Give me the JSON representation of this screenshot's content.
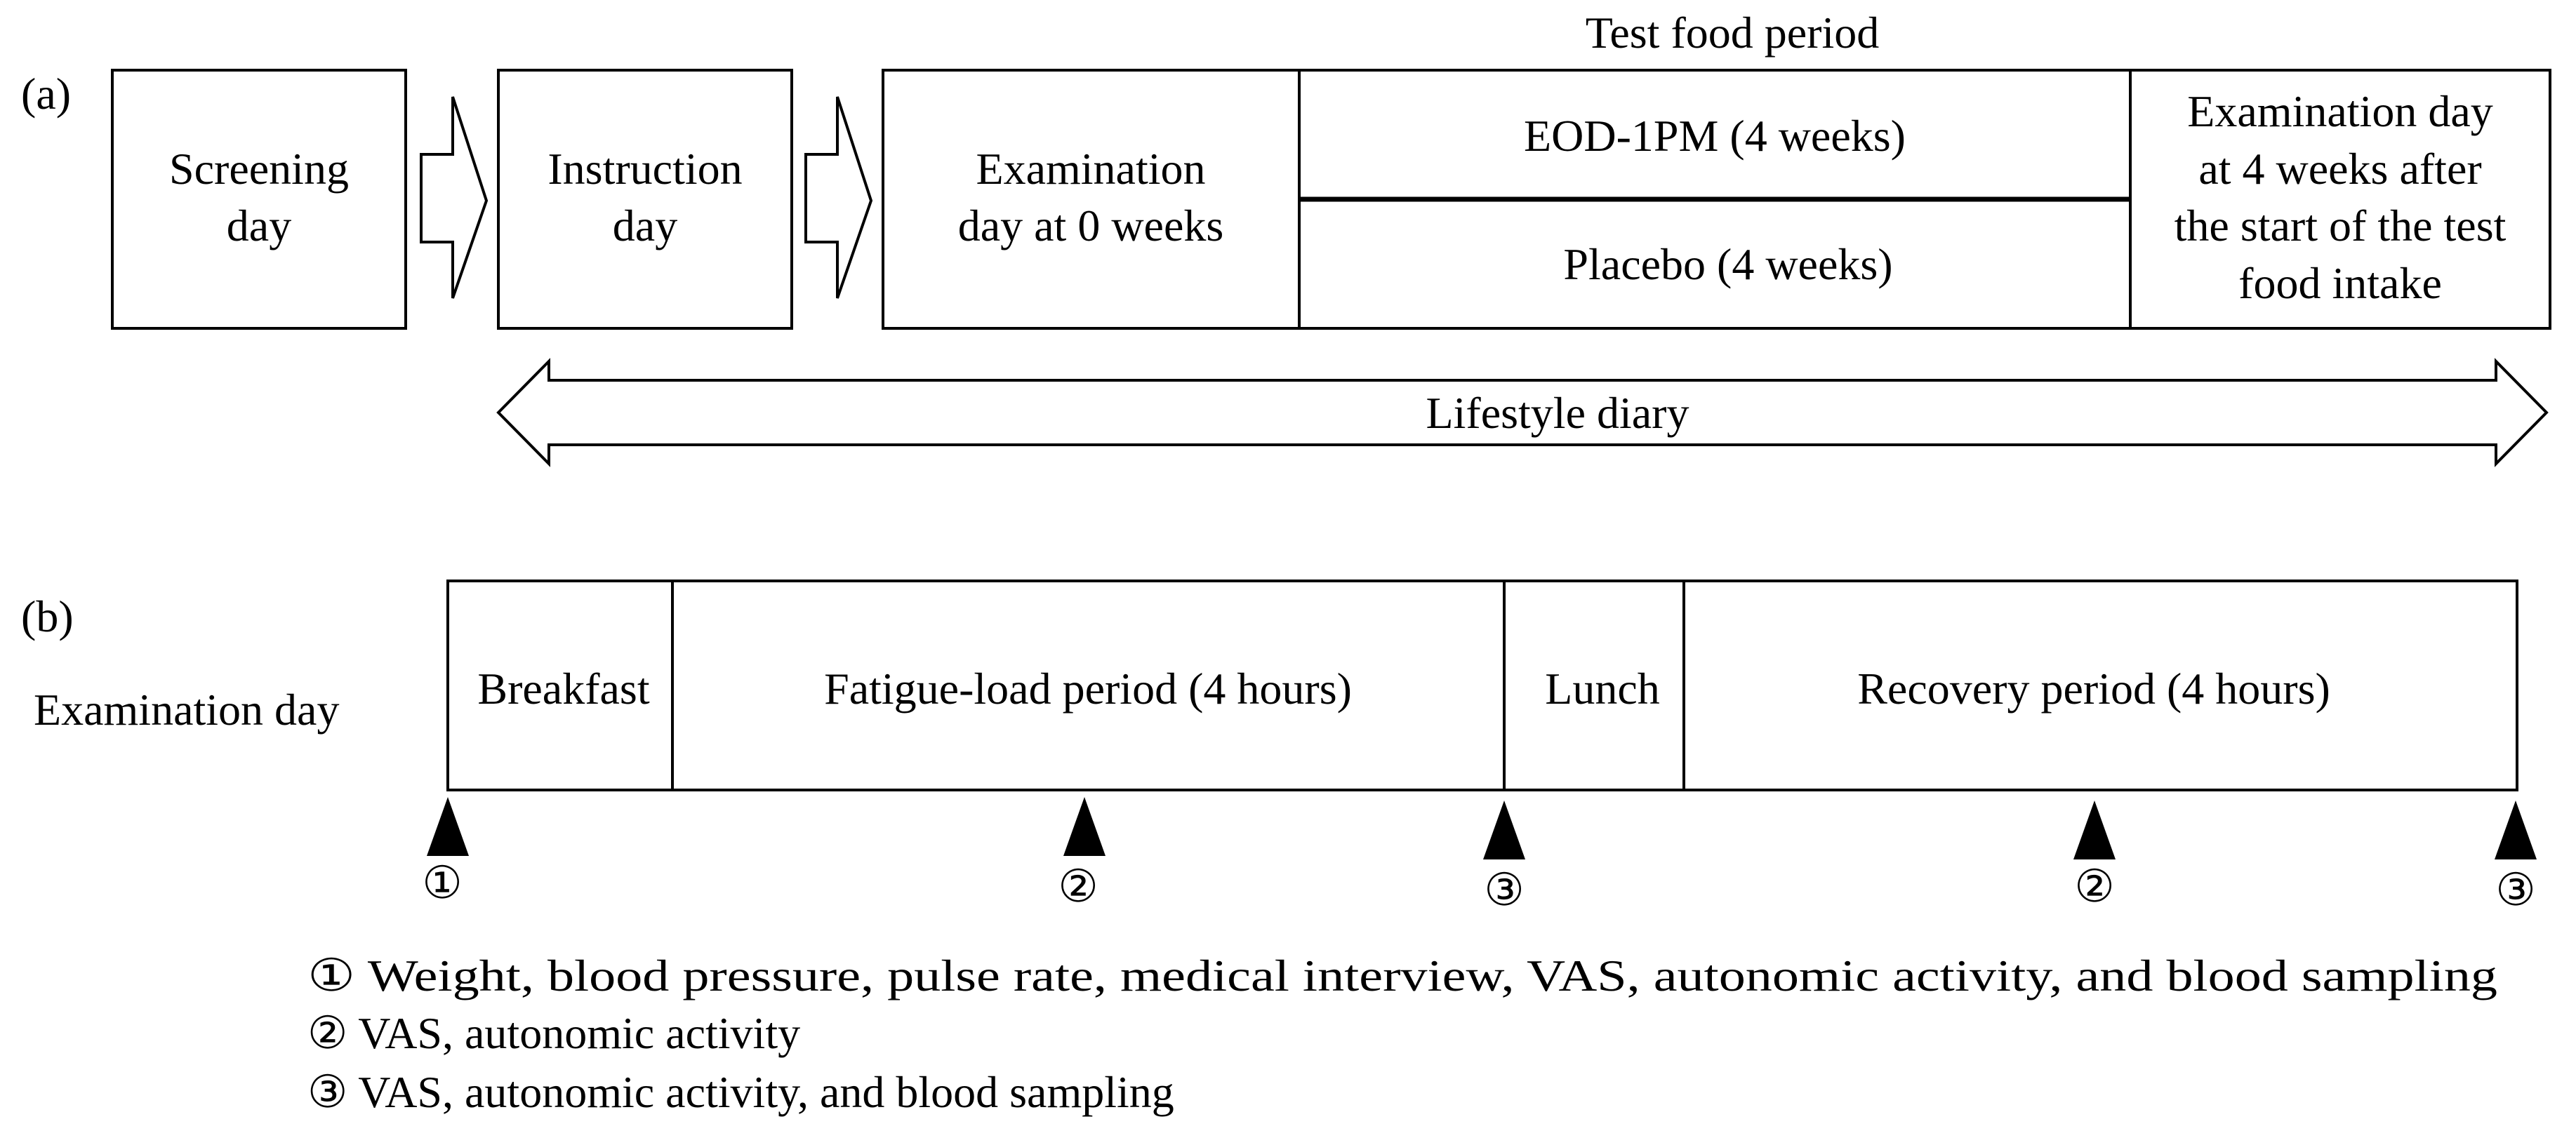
{
  "panel_a": {
    "label": "(a)",
    "period_header": "Test food period",
    "screening": [
      "Screening",
      "day"
    ],
    "instruction": [
      "Instruction",
      "day"
    ],
    "exam_start": [
      "Examination",
      "day at 0 weeks"
    ],
    "test_groups": [
      "EOD-1PM (4 weeks)",
      "Placebo (4 weeks)"
    ],
    "exam_end": [
      "Examination day",
      "at 4 weeks after",
      "the start of the test",
      "food intake"
    ],
    "diary": "Lifestyle diary"
  },
  "panel_b": {
    "label": "(b)",
    "row_label": "Examination day",
    "segments": [
      "Breakfast",
      "Fatigue-load period (4 hours)",
      "Lunch",
      "Recovery period (4 hours)"
    ],
    "markers": [
      "①",
      "②",
      "③",
      "②",
      "③"
    ]
  },
  "legend": [
    "① Weight, blood pressure, pulse rate, medical interview, VAS, autonomic activity, and blood sampling",
    "② VAS, autonomic activity",
    "③ VAS, autonomic activity, and blood sampling"
  ]
}
